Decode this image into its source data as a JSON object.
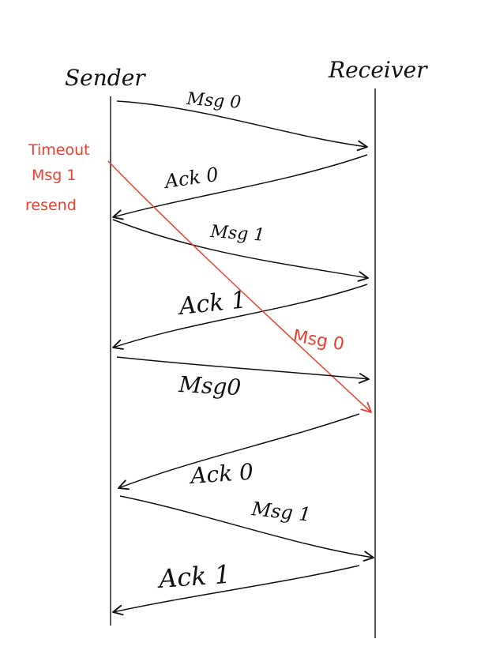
{
  "diagram": {
    "sender_label": "Sender",
    "receiver_label": "Receiver",
    "ink_color": "#111111",
    "timeout_color": "#e8402e"
  },
  "timeout_note": {
    "line1": "Timeout",
    "line2": "Msg 1",
    "line3": "resend"
  },
  "messages": [
    {
      "label": "Msg 0",
      "direction": "sender-to-receiver",
      "delayed": false
    },
    {
      "label": "Ack 0",
      "direction": "receiver-to-sender",
      "delayed": false
    },
    {
      "label": "Msg 1",
      "direction": "sender-to-receiver",
      "delayed": false
    },
    {
      "label": "Ack 1",
      "direction": "receiver-to-sender",
      "delayed": false
    },
    {
      "label": "Msg 0",
      "direction": "sender-to-receiver",
      "delayed": true
    },
    {
      "label": "Msg0",
      "direction": "sender-to-receiver",
      "delayed": false
    },
    {
      "label": "Ack 0",
      "direction": "receiver-to-sender",
      "delayed": false
    },
    {
      "label": "Msg 1",
      "direction": "sender-to-receiver",
      "delayed": false
    },
    {
      "label": "Ack 1",
      "direction": "receiver-to-sender",
      "delayed": false
    }
  ]
}
